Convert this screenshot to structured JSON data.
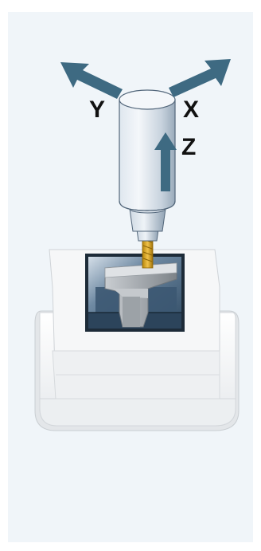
{
  "diagram": {
    "axes": {
      "x_label": "X",
      "y_label": "Y",
      "z_label": "Z"
    },
    "colors": {
      "panel_background": "#f0f5f9",
      "arrow": "#3e6a82",
      "spindle_light": "#eef3f8",
      "spindle_dark": "#a6b6c6",
      "tool_bit": "#d9a521",
      "fixture_light": "#f5f6f7",
      "fixture_shadow": "#d7dadd",
      "vise_blue": "#38536b",
      "workpiece_gray": "#8e9499"
    },
    "icons": {
      "spindle": "milling-spindle-icon",
      "tool": "end-mill-bit-icon",
      "fixture": "machine-table-fixture-icon",
      "workpiece": "t-slot-workpiece-icon"
    }
  }
}
